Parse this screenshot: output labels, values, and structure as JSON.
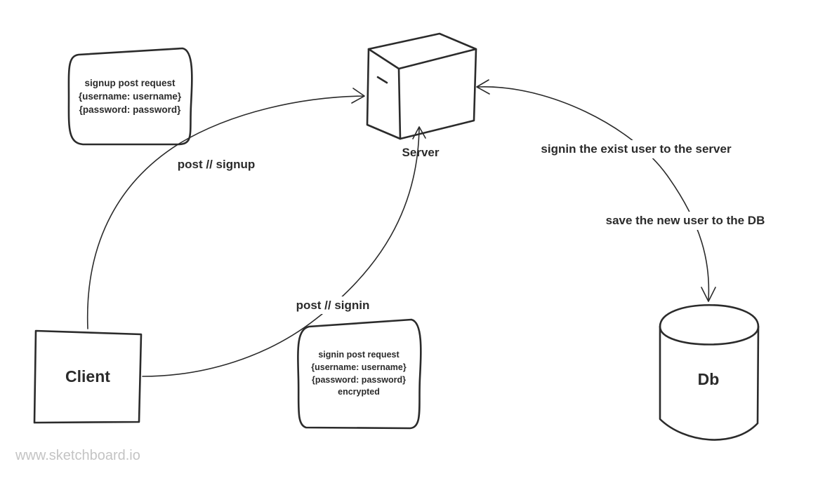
{
  "nodes": {
    "server": "Server",
    "client": "Client",
    "db": "Db"
  },
  "notes": {
    "signup": [
      "signup post request",
      "{username: username}",
      "{password: password}"
    ],
    "signin": [
      "signin post request",
      "{username: username}",
      "{password: password}",
      "encrypted"
    ]
  },
  "edges": {
    "signup": "post // signup",
    "signin": "post // signin",
    "exist_user": "signin the exist user to the server",
    "save_user": "save the new user to the DB"
  },
  "watermark": "www.sketchboard.io"
}
